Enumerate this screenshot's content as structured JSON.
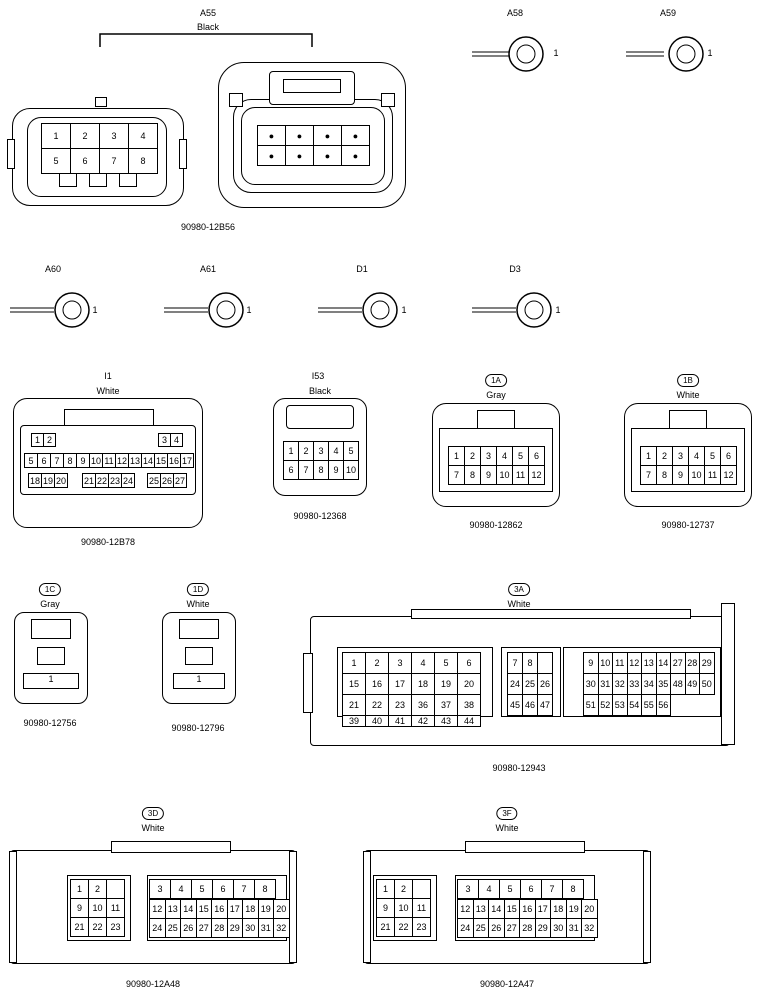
{
  "connectors": {
    "a55": {
      "code": "A55",
      "color": "Black",
      "part": "90980-12B56",
      "pins": [
        "1",
        "2",
        "3",
        "4",
        "5",
        "6",
        "7",
        "8"
      ]
    },
    "a58": {
      "code": "A58",
      "pin": "1"
    },
    "a59": {
      "code": "A59",
      "pin": "1"
    },
    "a60": {
      "code": "A60",
      "pin": "1"
    },
    "a61": {
      "code": "A61",
      "pin": "1"
    },
    "d1": {
      "code": "D1",
      "pin": "1"
    },
    "d3": {
      "code": "D3",
      "pin": "1"
    },
    "i1": {
      "code": "I1",
      "color": "White",
      "part": "90980-12B78",
      "row1": [
        "1",
        "2",
        "3",
        "4"
      ],
      "row2": [
        "5",
        "6",
        "7",
        "8",
        "9",
        "10",
        "11",
        "12",
        "13",
        "14",
        "15",
        "16",
        "17"
      ],
      "row3": [
        "18",
        "19",
        "20",
        "21",
        "22",
        "23",
        "24",
        "25",
        "26",
        "27"
      ]
    },
    "i53": {
      "code": "I53",
      "color": "Black",
      "part": "90980-12368",
      "pins": [
        "1",
        "2",
        "3",
        "4",
        "5",
        "6",
        "7",
        "8",
        "9",
        "10"
      ]
    },
    "c1a": {
      "code": "1A",
      "color": "Gray",
      "part": "90980-12862",
      "pins": [
        "1",
        "2",
        "3",
        "4",
        "5",
        "6",
        "7",
        "8",
        "9",
        "10",
        "11",
        "12"
      ]
    },
    "c1b": {
      "code": "1B",
      "color": "White",
      "part": "90980-12737",
      "pins": [
        "1",
        "2",
        "3",
        "4",
        "5",
        "6",
        "7",
        "8",
        "9",
        "10",
        "11",
        "12"
      ]
    },
    "c1c": {
      "code": "1C",
      "color": "Gray",
      "part": "90980-12756",
      "pin": "1"
    },
    "c1d": {
      "code": "1D",
      "color": "White",
      "part": "90980-12796",
      "pin": "1"
    },
    "c3a": {
      "code": "3A",
      "color": "White",
      "part": "90980-12943",
      "left": [
        "1",
        "2",
        "3",
        "4",
        "5",
        "6",
        "15",
        "16",
        "17",
        "18",
        "19",
        "20",
        "21",
        "22",
        "23",
        "36",
        "37",
        "38",
        "39",
        "40",
        "41",
        "42",
        "43",
        "44"
      ],
      "mid": [
        "7",
        "8",
        "24",
        "25",
        "26",
        "45",
        "46",
        "47"
      ],
      "right": [
        "9",
        "10",
        "11",
        "12",
        "13",
        "14",
        "27",
        "28",
        "29",
        "30",
        "31",
        "32",
        "33",
        "34",
        "35",
        "48",
        "49",
        "50",
        "51",
        "52",
        "53",
        "54",
        "55",
        "56"
      ]
    },
    "c3d": {
      "code": "3D",
      "color": "White",
      "part": "90980-12A48",
      "left": [
        "1",
        "2",
        "",
        "9",
        "10",
        "11",
        "21",
        "22",
        "23"
      ],
      "right": [
        "3",
        "4",
        "5",
        "6",
        "7",
        "8",
        "",
        "",
        "",
        "12",
        "13",
        "14",
        "15",
        "16",
        "17",
        "18",
        "19",
        "20",
        "24",
        "25",
        "26",
        "27",
        "28",
        "29",
        "30",
        "31",
        "32"
      ]
    },
    "c3f": {
      "code": "3F",
      "color": "White",
      "part": "90980-12A47",
      "left": [
        "1",
        "2",
        "",
        "9",
        "10",
        "11",
        "21",
        "22",
        "23"
      ],
      "right": [
        "3",
        "4",
        "5",
        "6",
        "7",
        "8",
        "",
        "",
        "",
        "12",
        "13",
        "14",
        "15",
        "16",
        "17",
        "18",
        "19",
        "20",
        "24",
        "25",
        "26",
        "27",
        "28",
        "29",
        "30",
        "31",
        "32"
      ]
    }
  }
}
